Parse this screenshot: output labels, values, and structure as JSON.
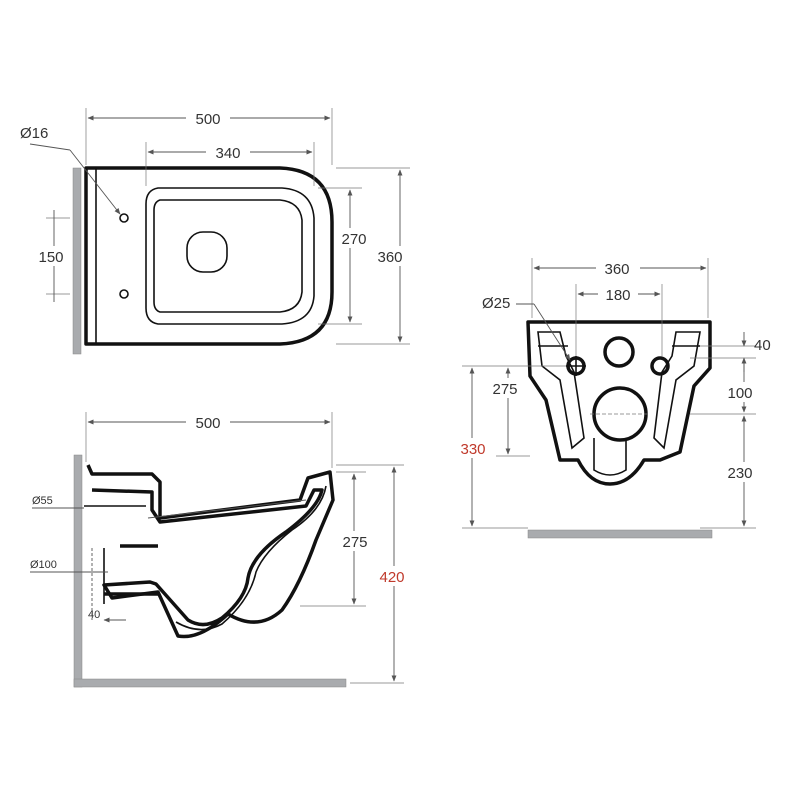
{
  "accent_color": "#c0392b",
  "wall_color": "#a9abae",
  "top_view": {
    "length_total": "500",
    "length_inner": "340",
    "hole_diameter": "Ø16",
    "hole_spacing": "150",
    "width_inner": "270",
    "width_total": "360"
  },
  "side_view": {
    "length": "500",
    "outlet_diameter": "Ø55",
    "waste_diameter": "Ø100",
    "waste_offset": "40",
    "bowl_height": "275",
    "total_height": "420"
  },
  "rear_view": {
    "width_total": "360",
    "hole_spacing": "180",
    "hole_diameter": "Ø25",
    "top_offset": "40",
    "holes_height": "275",
    "holes_drop": "100",
    "holes_floor_height": "330",
    "waste_height": "230"
  }
}
